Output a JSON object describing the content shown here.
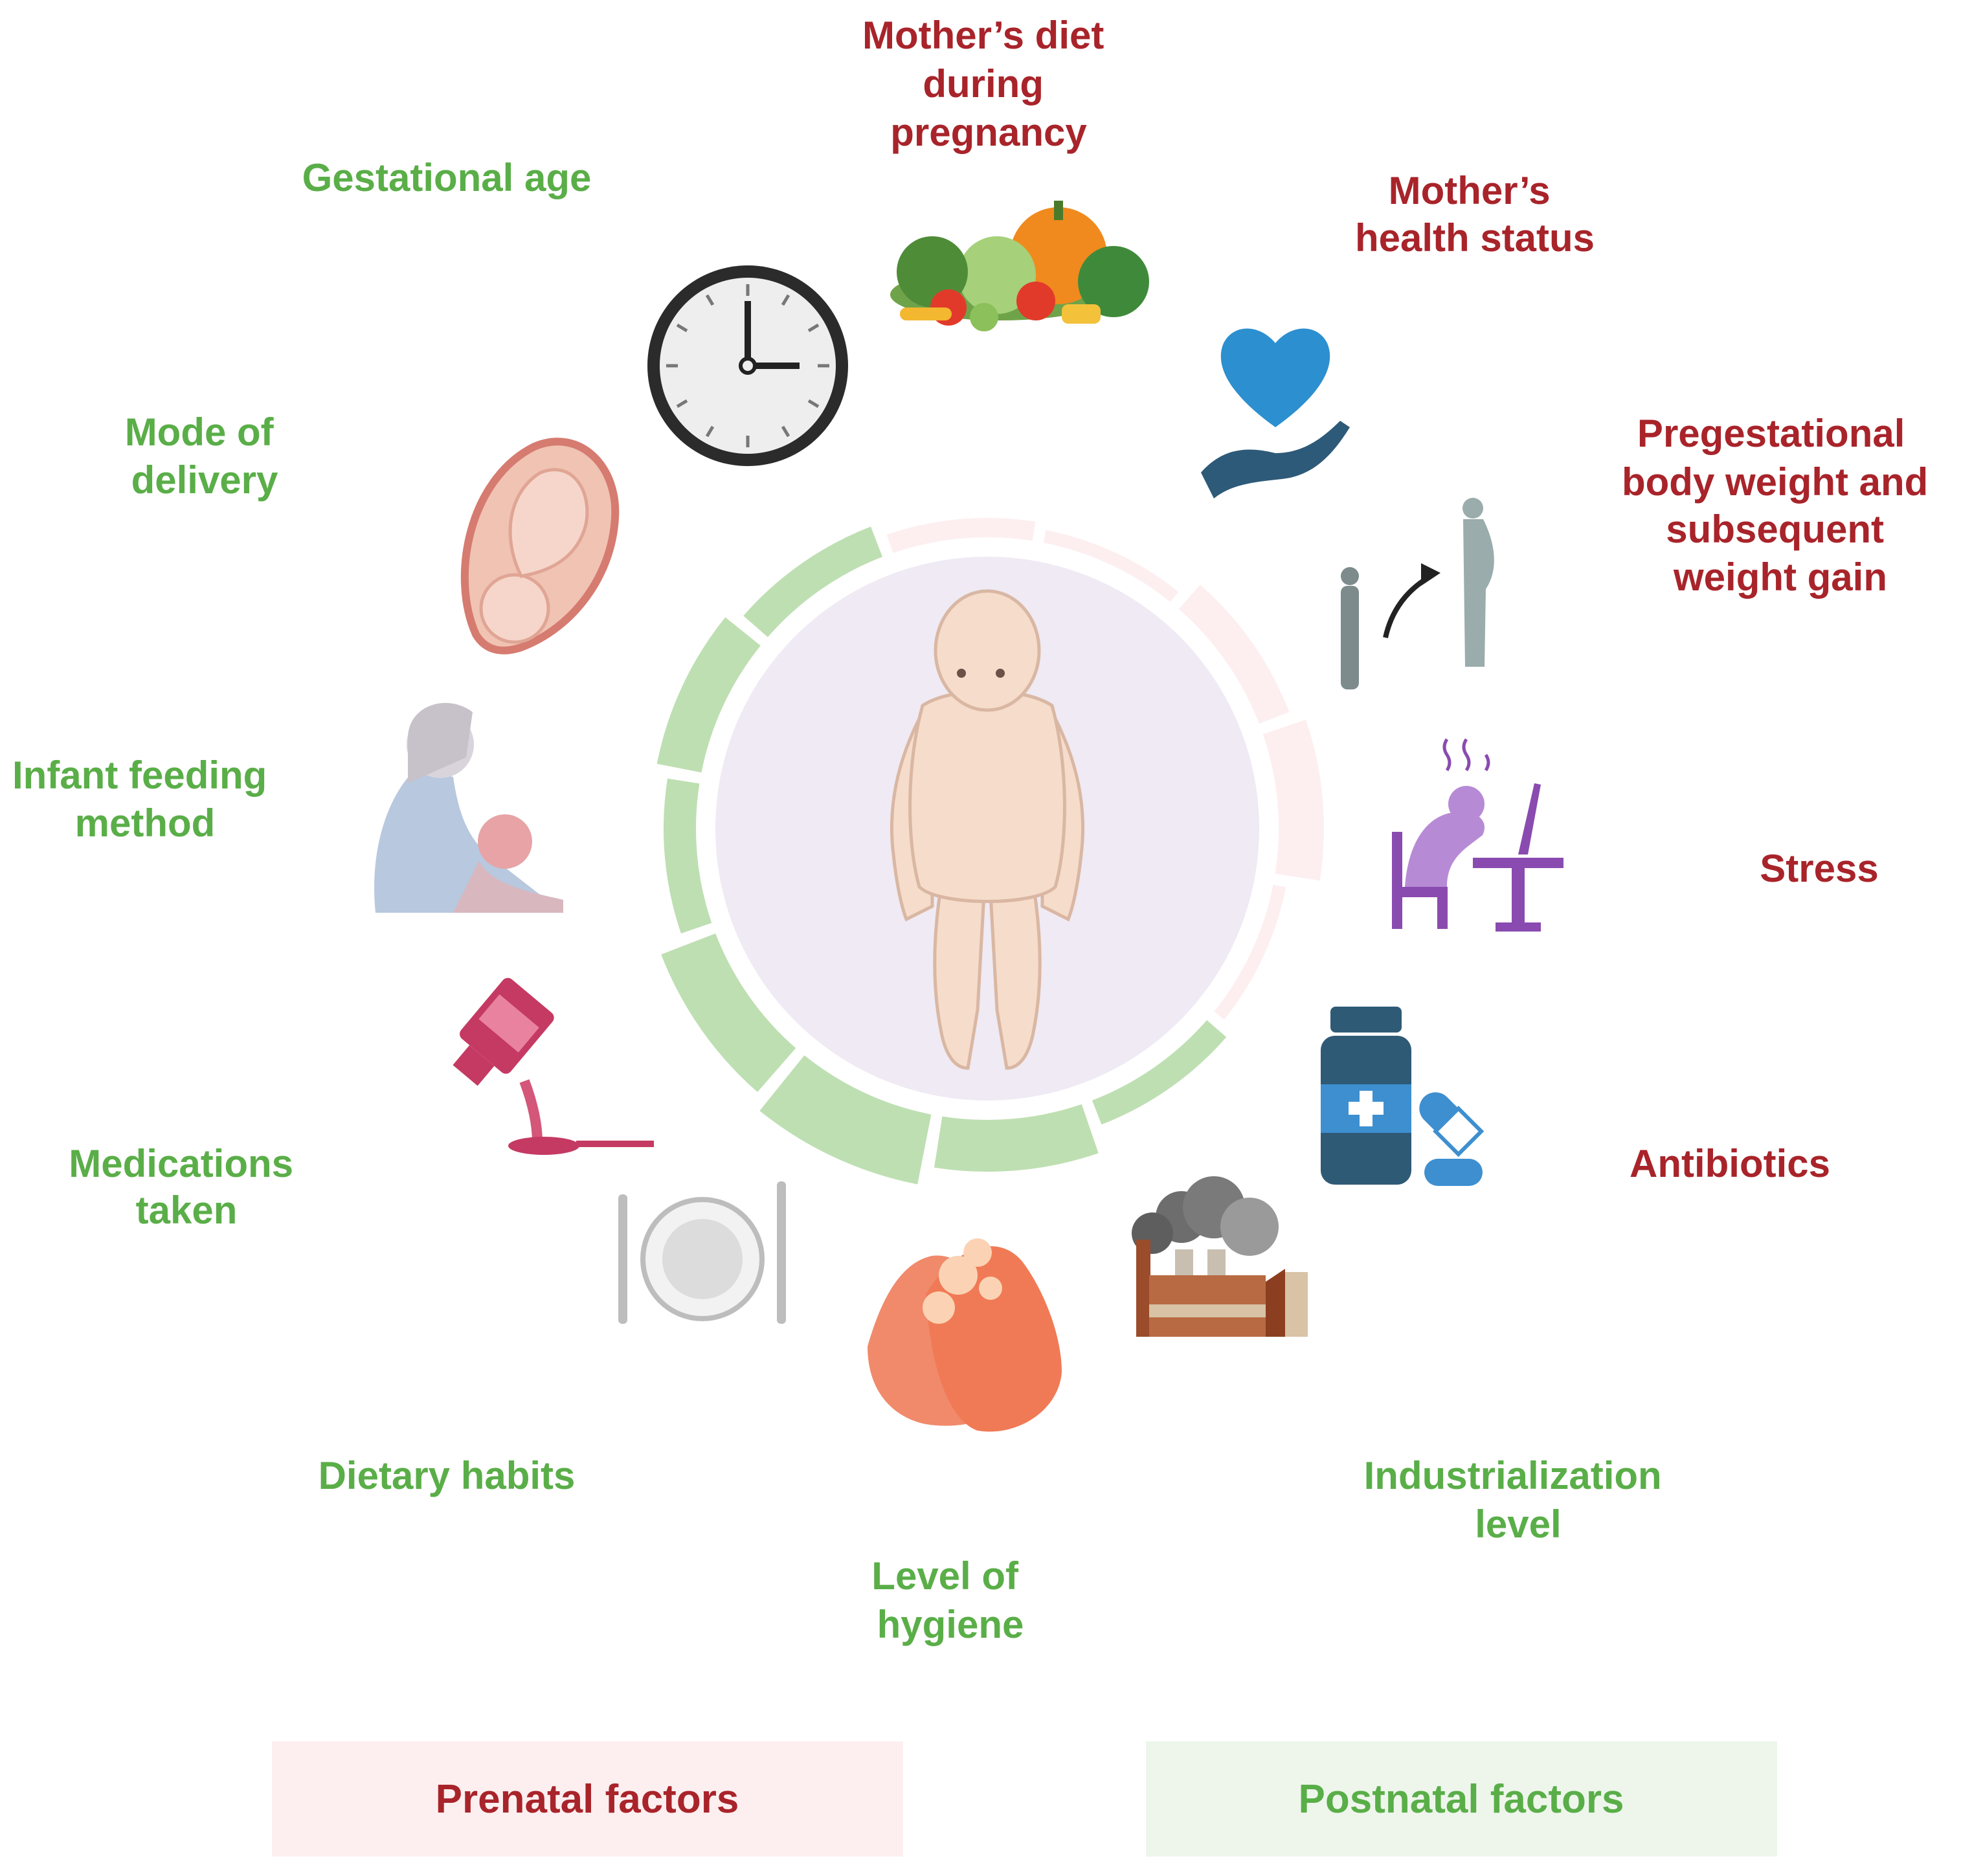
{
  "colors": {
    "prenatal_fill": "#fdeff0",
    "postnatal_fill": "#bedfb2",
    "prenatal_text": "#a8242a",
    "postnatal_text": "#5aae48",
    "inner_circle": "#efeaf3",
    "legend_prenatal_bg": "#fdeff0",
    "legend_postnatal_bg": "#eef6ec"
  },
  "segments": [
    {
      "id": "mothers-diet",
      "group": "prenatal",
      "icon": "vegetables-icon",
      "label": [
        "Mother’s diet",
        "during",
        "pregnancy"
      ]
    },
    {
      "id": "mothers-health",
      "group": "prenatal",
      "icon": "heart-in-hand-icon",
      "label": [
        "Mother’s",
        "health status"
      ]
    },
    {
      "id": "pregestational-weight",
      "group": "prenatal",
      "icon": "weight-gain-figures-icon",
      "label": [
        "Pregestational",
        "body weight and",
        "subsequent",
        "weight gain"
      ]
    },
    {
      "id": "stress",
      "group": "prenatal",
      "icon": "stressed-person-at-desk-icon",
      "label": [
        "Stress"
      ]
    },
    {
      "id": "antibiotics",
      "group": "prenatal",
      "icon": "pill-bottle-icon",
      "label": [
        "Antibiotics"
      ]
    },
    {
      "id": "industrialization",
      "group": "postnatal",
      "icon": "factory-icon",
      "label": [
        "Industrialization",
        "level"
      ]
    },
    {
      "id": "hygiene",
      "group": "postnatal",
      "icon": "hand-washing-icon",
      "label": [
        "Level of",
        "hygiene"
      ]
    },
    {
      "id": "dietary-habits",
      "group": "postnatal",
      "icon": "plate-cutlery-icon",
      "label": [
        "Dietary habits"
      ]
    },
    {
      "id": "medications",
      "group": "postnatal",
      "icon": "syrup-bottle-icon",
      "label": [
        "Medications",
        "taken"
      ]
    },
    {
      "id": "infant-feeding",
      "group": "postnatal",
      "icon": "breastfeeding-icon",
      "label": [
        "Infant feeding",
        "method"
      ]
    },
    {
      "id": "mode-of-delivery",
      "group": "postnatal",
      "icon": "fetus-in-womb-icon",
      "label": [
        "Mode of",
        "delivery"
      ]
    },
    {
      "id": "gestational-age",
      "group": "postnatal",
      "icon": "clock-icon",
      "label": [
        "Gestational age"
      ]
    }
  ],
  "center": {
    "icon": "baby-icon"
  },
  "legend": {
    "prenatal": "Prenatal factors",
    "postnatal": "Postnatal factors"
  }
}
